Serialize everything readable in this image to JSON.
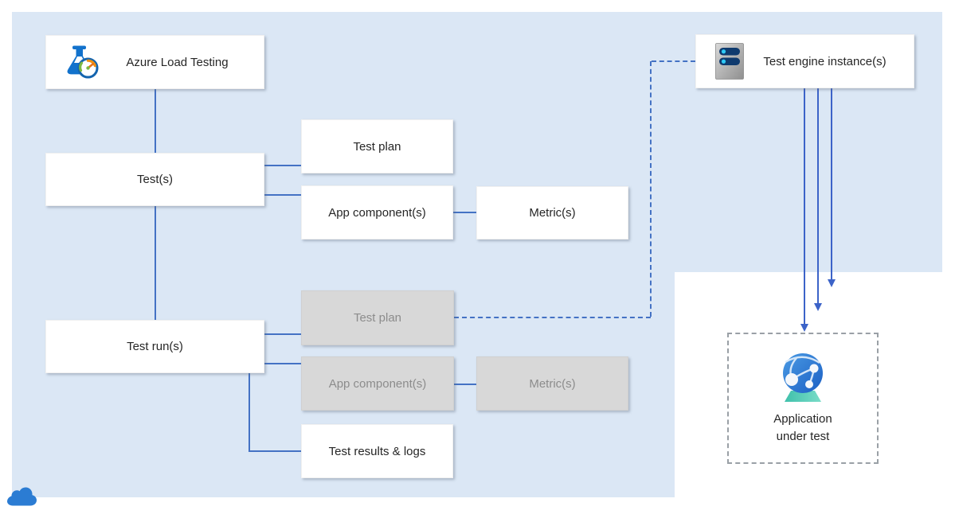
{
  "colors": {
    "canvas_background": "#ffffff",
    "region_background": "#dbe7f5",
    "connector_blue": "#4472c4",
    "arrow_blue": "#3c63c8",
    "node_background": "#ffffff",
    "node_disabled_background": "#d8d8d8",
    "node_text": "#262626",
    "node_disabled_text": "#8c8c8c",
    "dashed_container_border": "#9aa0a6"
  },
  "nodes": {
    "azure_load_testing": "Azure Load Testing",
    "test_engine_instances": "Test engine instance(s)",
    "tests": "Test(s)",
    "test_plan": "Test plan",
    "app_components": "App component(s)",
    "metrics": "Metric(s)",
    "test_runs": "Test run(s)",
    "test_plan_run": "Test plan",
    "app_components_run": "App component(s)",
    "metrics_run": "Metric(s)",
    "test_results_logs": "Test results & logs",
    "application_under_test": "Application under test"
  },
  "icons": {
    "azure_load_testing": "load-testing-flask-gauge-icon",
    "test_engine": "virtual-machine-server-icon",
    "application": "globe-network-icon",
    "cloud": "azure-cloud-icon"
  }
}
